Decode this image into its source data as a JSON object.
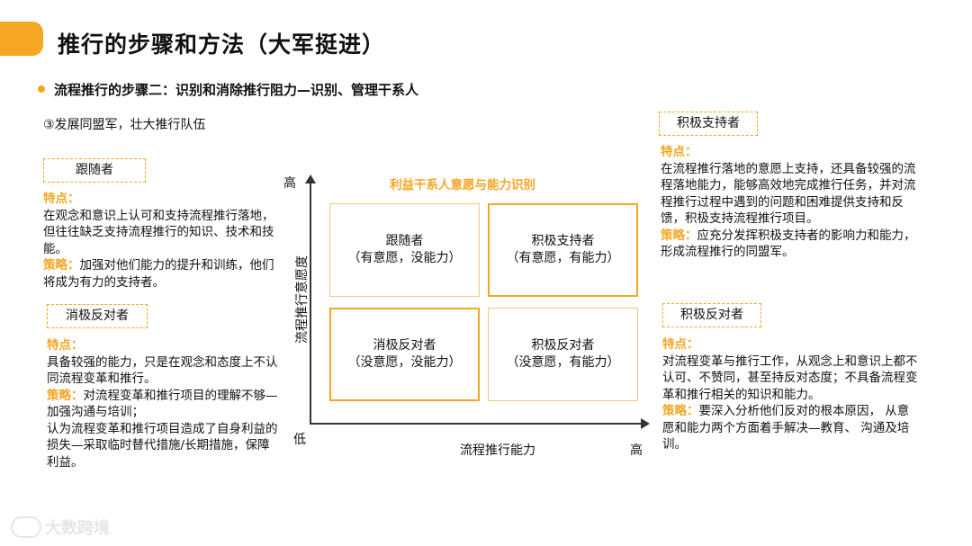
{
  "header": {
    "title": "推行的步骤和方法（大军挺进）",
    "accent_color": "#F5A623"
  },
  "subtitle": "流程推行的步骤二：识别和消除推行阻力—识别、管理干系人",
  "intro": "③发展同盟军，壮大推行队伍",
  "follower": {
    "tag": "跟随者",
    "feature_label": "特点：",
    "feature_text": "在观念和意识上认可和支持流程推行落地，但往往缺乏支持流程推行的知识、技术和技能。",
    "strategy_label": "策略：",
    "strategy_text": "加强对他们能力的提升和训练，他们将成为有力的支持者。"
  },
  "passive": {
    "tag": "消极反对者",
    "feature_label": "特点：",
    "feature_text": "具备较强的能力，只是在观念和态度上不认同流程变革和推行。",
    "strategy_label": "策略：",
    "strategy_text": "对流程变革和推行项目的理解不够—加强沟通与培训；",
    "strategy_text2": "认为流程变革和推行项目造成了自身利益的损失—采取临时替代措施/长期措施，保障利益。"
  },
  "active_supporter": {
    "tag": "积极支持者",
    "feature_label": "特点：",
    "feature_text": "在流程推行落地的意愿上支持，还具备较强的流程落地能力，能够高效地完成推行任务，并对流程推行过程中遇到的问题和困难提供支持和反馈，积极支持流程推行项目。",
    "strategy_label": "策略：",
    "strategy_text": "应充分发挥积极支持者的影响力和能力，形成流程推行的同盟军。"
  },
  "active_opponent": {
    "tag": "积极反对者",
    "feature_label": "特点：",
    "feature_text": "对流程变革与推行工作，从观念上和意识上都不认可、不赞同，甚至持反对态度；不具备流程变革和推行相关的知识和能力。",
    "strategy_label": "策略：",
    "strategy_text": "要深入分析他们反对的根本原因，  从意愿和能力两个方面着手解决—教育、 沟通及培训。"
  },
  "matrix": {
    "title": "利益干系人意愿与能力识别",
    "y_axis_label": "流程推行意愿度",
    "x_axis_label": "流程推行能力",
    "y_high": "高",
    "low": "低",
    "x_high": "高",
    "cells": [
      {
        "name": "跟随者",
        "desc": "（有意愿，没能力）"
      },
      {
        "name": "积极支持者",
        "desc": "（有意愿，有能力）"
      },
      {
        "name": "消极反对者",
        "desc": "（没意愿，没能力）"
      },
      {
        "name": "积极反对者",
        "desc": "（没意愿，有能力）"
      }
    ]
  },
  "watermark": "大数跨境"
}
